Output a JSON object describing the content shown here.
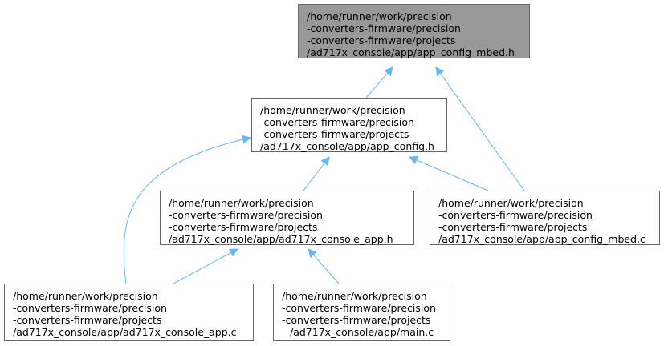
{
  "colors": {
    "edge": "#63b8ff",
    "root_fill": "#999999",
    "node_border": "#666666"
  },
  "nodes": [
    {
      "id": "app_config_mbed_h",
      "lines": [
        "/home/runner/work/precision",
        "-converters-firmware/precision",
        "-converters-firmware/projects",
        "/ad717x_console/app/app_config_mbed.h"
      ]
    },
    {
      "id": "app_config_h",
      "lines": [
        "/home/runner/work/precision",
        "-converters-firmware/precision",
        "-converters-firmware/projects",
        "/ad717x_console/app/app_config.h"
      ]
    },
    {
      "id": "ad717x_console_app_h",
      "lines": [
        "/home/runner/work/precision",
        "-converters-firmware/precision",
        "-converters-firmware/projects",
        "/ad717x_console/app/ad717x_console_app.h"
      ]
    },
    {
      "id": "app_config_mbed_c",
      "lines": [
        "/home/runner/work/precision",
        "-converters-firmware/precision",
        "-converters-firmware/projects",
        "/ad717x_console/app/app_config_mbed.c"
      ]
    },
    {
      "id": "ad717x_console_app_c",
      "lines": [
        "/home/runner/work/precision",
        "-converters-firmware/precision",
        "-converters-firmware/projects",
        "/ad717x_console/app/ad717x_console_app.c"
      ]
    },
    {
      "id": "main_c",
      "lines": [
        "/home/runner/work/precision",
        "-converters-firmware/precision",
        "-converters-firmware/projects",
        "/ad717x_console/app/main.c"
      ]
    }
  ],
  "edges": [
    {
      "from": "app_config_h",
      "to": "app_config_mbed_h"
    },
    {
      "from": "app_config_mbed_c",
      "to": "app_config_mbed_h"
    },
    {
      "from": "ad717x_console_app_h",
      "to": "app_config_h"
    },
    {
      "from": "app_config_mbed_c",
      "to": "app_config_h"
    },
    {
      "from": "ad717x_console_app_c",
      "to": "app_config_h"
    },
    {
      "from": "ad717x_console_app_c",
      "to": "ad717x_console_app_h"
    },
    {
      "from": "main_c",
      "to": "ad717x_console_app_h"
    }
  ]
}
